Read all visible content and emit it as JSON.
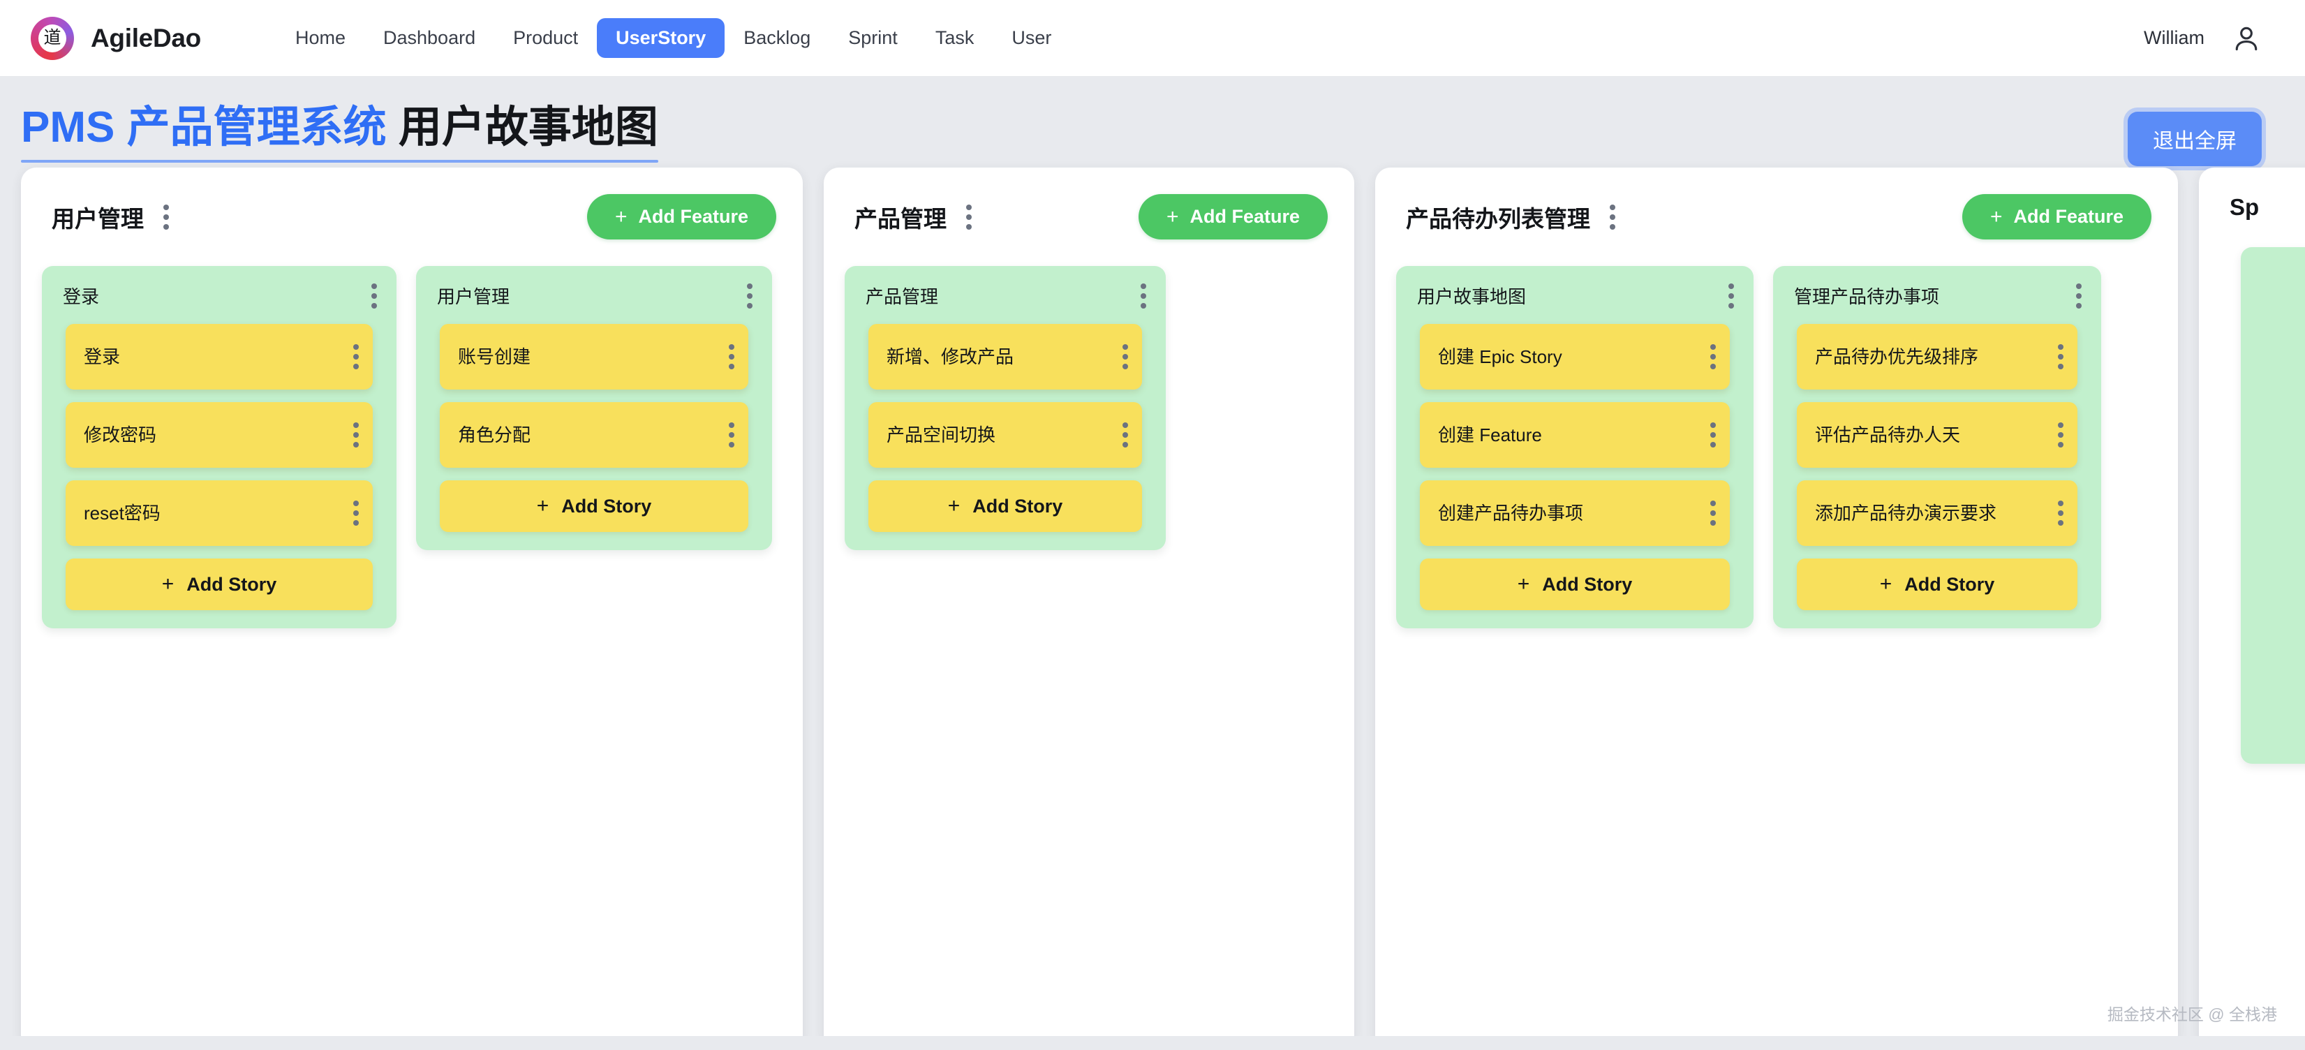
{
  "navbar": {
    "logo_char": "道",
    "brand": "AgileDao",
    "links": [
      {
        "label": "Home",
        "active": false
      },
      {
        "label": "Dashboard",
        "active": false
      },
      {
        "label": "Product",
        "active": false
      },
      {
        "label": "UserStory",
        "active": true
      },
      {
        "label": "Backlog",
        "active": false
      },
      {
        "label": "Sprint",
        "active": false
      },
      {
        "label": "Task",
        "active": false
      },
      {
        "label": "User",
        "active": false
      }
    ],
    "user_name": "William"
  },
  "header": {
    "title_highlight": "PMS 产品管理系统",
    "title_rest": " 用户故事地图",
    "fullscreen_button": "退出全屏"
  },
  "labels": {
    "add_feature": "Add Feature",
    "add_story": "Add Story",
    "plus": "+"
  },
  "colors": {
    "accent_blue": "#4a7dfa",
    "title_blue": "#2f6ef5",
    "feature_green": "#c2f0cd",
    "add_feature_green": "#4cc764",
    "story_yellow": "#f8e05c",
    "page_background": "#e8eaee"
  },
  "board": {
    "epics": [
      {
        "title": "用户管理",
        "features": [
          {
            "title": "登录",
            "stories": [
              "登录",
              "修改密码",
              "reset密码"
            ]
          },
          {
            "title": "用户管理",
            "stories": [
              "账号创建",
              "角色分配"
            ]
          }
        ]
      },
      {
        "title": "产品管理",
        "features": [
          {
            "title": "产品管理",
            "stories": [
              "新增、修改产品",
              "产品空间切换"
            ]
          }
        ]
      },
      {
        "title": "产品待办列表管理",
        "features": [
          {
            "title": "用户故事地图",
            "stories": [
              "创建 Epic Story",
              "创建 Feature",
              "创建产品待办事项"
            ]
          },
          {
            "title": "管理产品待办事项",
            "stories": [
              "产品待办优先级排序",
              "评估产品待办人天",
              "添加产品待办演示要求"
            ]
          }
        ]
      },
      {
        "title": "Sp",
        "features": [
          {
            "title": "",
            "stories": []
          }
        ]
      }
    ]
  },
  "watermark": "掘金技术社区 @ 全栈港"
}
